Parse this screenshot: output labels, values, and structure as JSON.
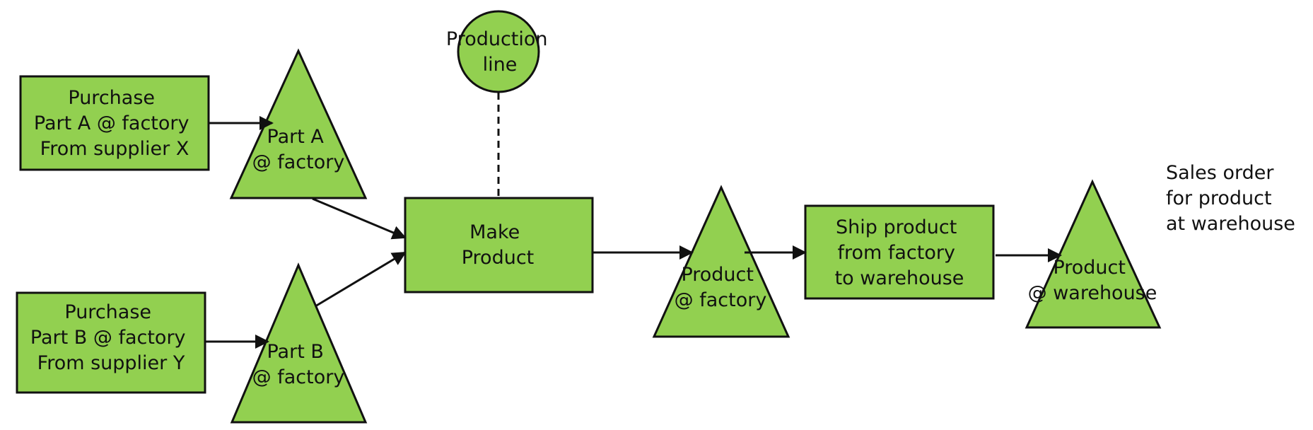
{
  "diagram": {
    "fill_color": "#92D050",
    "stroke_color": "#111111",
    "nodes": {
      "purchase_a": {
        "type": "process",
        "lines": [
          "Purchase",
          "Part A @ factory",
          "From supplier X"
        ]
      },
      "purchase_b": {
        "type": "process",
        "lines": [
          "Purchase",
          "Part B @ factory",
          "From supplier Y"
        ]
      },
      "inventory_part_a": {
        "type": "inventory",
        "lines": [
          "Part A",
          "@ factory"
        ]
      },
      "inventory_part_b": {
        "type": "inventory",
        "lines": [
          "Part B",
          "@ factory"
        ]
      },
      "resource_production_line": {
        "type": "resource",
        "lines": [
          "Production",
          "line"
        ]
      },
      "make_product": {
        "type": "process",
        "lines": [
          "Make",
          "Product"
        ]
      },
      "inventory_product_factory": {
        "type": "inventory",
        "lines": [
          "Product",
          "@ factory"
        ]
      },
      "ship_product": {
        "type": "process",
        "lines": [
          "Ship product",
          "from factory",
          "to warehouse"
        ]
      },
      "inventory_product_warehouse": {
        "type": "inventory",
        "lines": [
          "Product",
          "@ warehouse"
        ]
      },
      "sales_order_note": {
        "type": "annotation",
        "lines": [
          "Sales order",
          "for product",
          "at warehouse"
        ]
      }
    },
    "edges": [
      {
        "from": "purchase_a",
        "to": "inventory_part_a",
        "style": "arrow"
      },
      {
        "from": "purchase_b",
        "to": "inventory_part_b",
        "style": "arrow"
      },
      {
        "from": "inventory_part_a",
        "to": "make_product",
        "style": "arrow"
      },
      {
        "from": "inventory_part_b",
        "to": "make_product",
        "style": "arrow"
      },
      {
        "from": "resource_production_line",
        "to": "make_product",
        "style": "dashed"
      },
      {
        "from": "make_product",
        "to": "inventory_product_factory",
        "style": "arrow"
      },
      {
        "from": "inventory_product_factory",
        "to": "ship_product",
        "style": "arrow"
      },
      {
        "from": "ship_product",
        "to": "inventory_product_warehouse",
        "style": "arrow"
      }
    ]
  }
}
